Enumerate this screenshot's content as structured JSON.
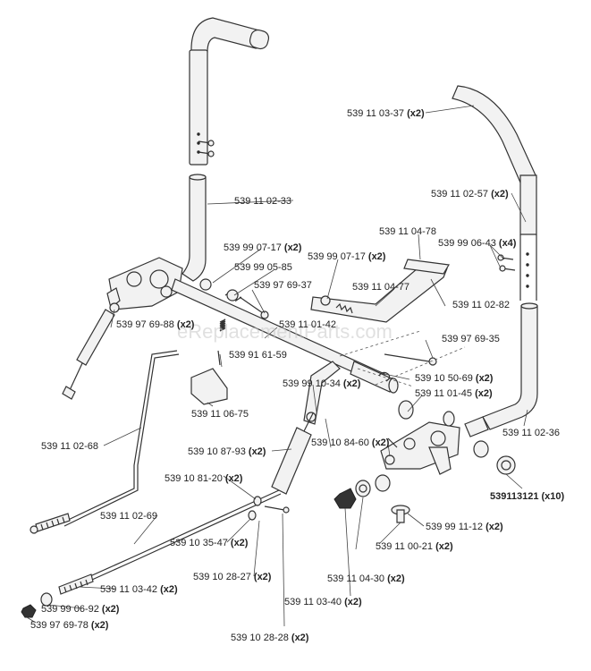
{
  "watermark": "eReplacementParts.com",
  "callouts": [
    {
      "id": "c1",
      "num": "539 11 03-37",
      "qty": "(x2)"
    },
    {
      "id": "c2",
      "num": "539 11 02-33",
      "qty": ""
    },
    {
      "id": "c3",
      "num": "539 11 02-57",
      "qty": "(x2)"
    },
    {
      "id": "c4",
      "num": "539 11 04-78",
      "qty": ""
    },
    {
      "id": "c5",
      "num": "539 99 06-43",
      "qty": "(x4)"
    },
    {
      "id": "c6",
      "num": "539 99 07-17",
      "qty": "(x2)"
    },
    {
      "id": "c7",
      "num": "539 99 07-17",
      "qty": "(x2)"
    },
    {
      "id": "c8",
      "num": "539 99 05-85",
      "qty": ""
    },
    {
      "id": "c9",
      "num": "539 97 69-37",
      "qty": ""
    },
    {
      "id": "c10",
      "num": "539 11 04-77",
      "qty": ""
    },
    {
      "id": "c11",
      "num": "539 11 02-82",
      "qty": ""
    },
    {
      "id": "c12",
      "num": "539 97 69-88",
      "qty": "(x2)"
    },
    {
      "id": "c13",
      "num": "539 11 01-42",
      "qty": ""
    },
    {
      "id": "c14",
      "num": "539 97 69-35",
      "qty": ""
    },
    {
      "id": "c15",
      "num": "539 91 61-59",
      "qty": ""
    },
    {
      "id": "c16",
      "num": "539 10 50-69",
      "qty": "(x2)"
    },
    {
      "id": "c17",
      "num": "539 99 10-34",
      "qty": "(x2)"
    },
    {
      "id": "c18",
      "num": "539 11 01-45",
      "qty": "(x2)"
    },
    {
      "id": "c19",
      "num": "539 11 06-75",
      "qty": ""
    },
    {
      "id": "c20",
      "num": "539 11 02-36",
      "qty": ""
    },
    {
      "id": "c21",
      "num": "539 11 02-68",
      "qty": ""
    },
    {
      "id": "c22",
      "num": "539 10 84-60",
      "qty": "(x2)"
    },
    {
      "id": "c23",
      "num": "539 10 87-93",
      "qty": "(x2)"
    },
    {
      "id": "c24",
      "num": "539113121",
      "qty": "(x10)"
    },
    {
      "id": "c25",
      "num": "539 10 81-20",
      "qty": "(x2)"
    },
    {
      "id": "c26",
      "num": "539 11 02-69",
      "qty": ""
    },
    {
      "id": "c27",
      "num": "539 99 11-12",
      "qty": "(x2)"
    },
    {
      "id": "c28",
      "num": "539 10 35-47",
      "qty": "(x2)"
    },
    {
      "id": "c29",
      "num": "539 11 00-21",
      "qty": "(x2)"
    },
    {
      "id": "c30",
      "num": "539 10 28-27",
      "qty": "(x2)"
    },
    {
      "id": "c31",
      "num": "539 11 04-30",
      "qty": "(x2)"
    },
    {
      "id": "c32",
      "num": "539 11 03-42",
      "qty": "(x2)"
    },
    {
      "id": "c33",
      "num": "539 11 03-40",
      "qty": "(x2)"
    },
    {
      "id": "c34",
      "num": "539 99 06-92",
      "qty": "(x2)"
    },
    {
      "id": "c35",
      "num": "539 97 69-78",
      "qty": "(x2)"
    },
    {
      "id": "c36",
      "num": "539 10 28-28",
      "qty": "(x2)"
    }
  ]
}
